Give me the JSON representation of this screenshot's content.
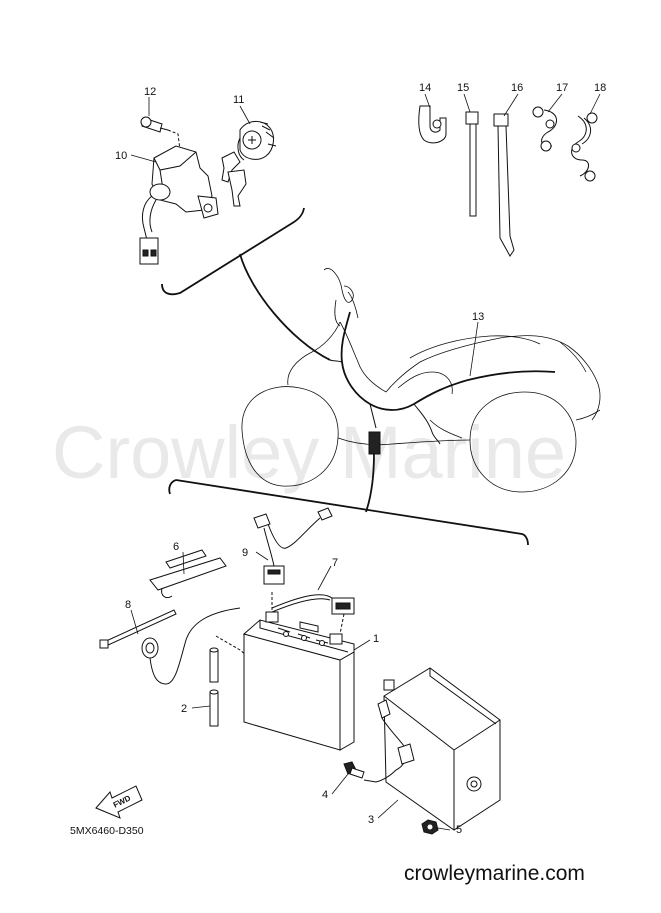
{
  "watermark": "Crowley Marine",
  "diagram_code": "5MX6460-D350",
  "site": "crowleymarine.com",
  "fwd_label": "FWD",
  "callouts": {
    "c1": "1",
    "c2": "2",
    "c3": "3",
    "c4": "4",
    "c5": "5",
    "c6": "6",
    "c7": "7",
    "c8": "8",
    "c9": "9",
    "c10": "10",
    "c11": "11",
    "c12": "12",
    "c13": "13",
    "c14": "14",
    "c15": "15",
    "c16": "16",
    "c17": "17",
    "c18": "18"
  }
}
